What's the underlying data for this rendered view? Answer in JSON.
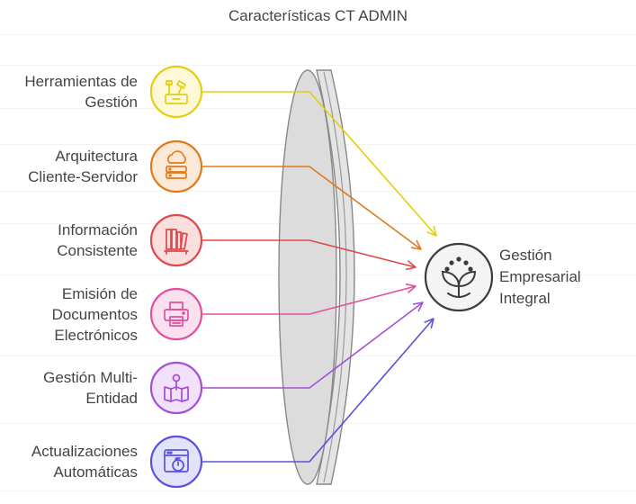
{
  "title": "Características CT ADMIN",
  "items": [
    {
      "lines": [
        "Herramientas de",
        "Gestión"
      ],
      "color": "#e3cf0e",
      "fill": "#fdf8d7",
      "icon": "tools-icon"
    },
    {
      "lines": [
        "Arquitectura",
        "Cliente-Servidor"
      ],
      "color": "#e07b1a",
      "fill": "#fbe9d8",
      "icon": "cloud-server-icon"
    },
    {
      "lines": [
        "Información",
        "Consistente"
      ],
      "color": "#e04848",
      "fill": "#fbdede",
      "icon": "bookshelf-icon"
    },
    {
      "lines": [
        "Emisión de",
        "Documentos",
        "Electrónicos"
      ],
      "color": "#e2509c",
      "fill": "#fbe0ef",
      "icon": "printer-icon"
    },
    {
      "lines": [
        "Gestión Multi-",
        "Entidad"
      ],
      "color": "#a54ed6",
      "fill": "#f1e1fb",
      "icon": "map-pin-icon"
    },
    {
      "lines": [
        "Actualizaciones",
        "Automáticas"
      ],
      "color": "#5a52dc",
      "fill": "#e3e2fb",
      "icon": "browser-timer-icon"
    }
  ],
  "target": {
    "lines": [
      "Gestión",
      "Empresarial",
      "Integral"
    ],
    "icon": "plant-growth-icon"
  }
}
